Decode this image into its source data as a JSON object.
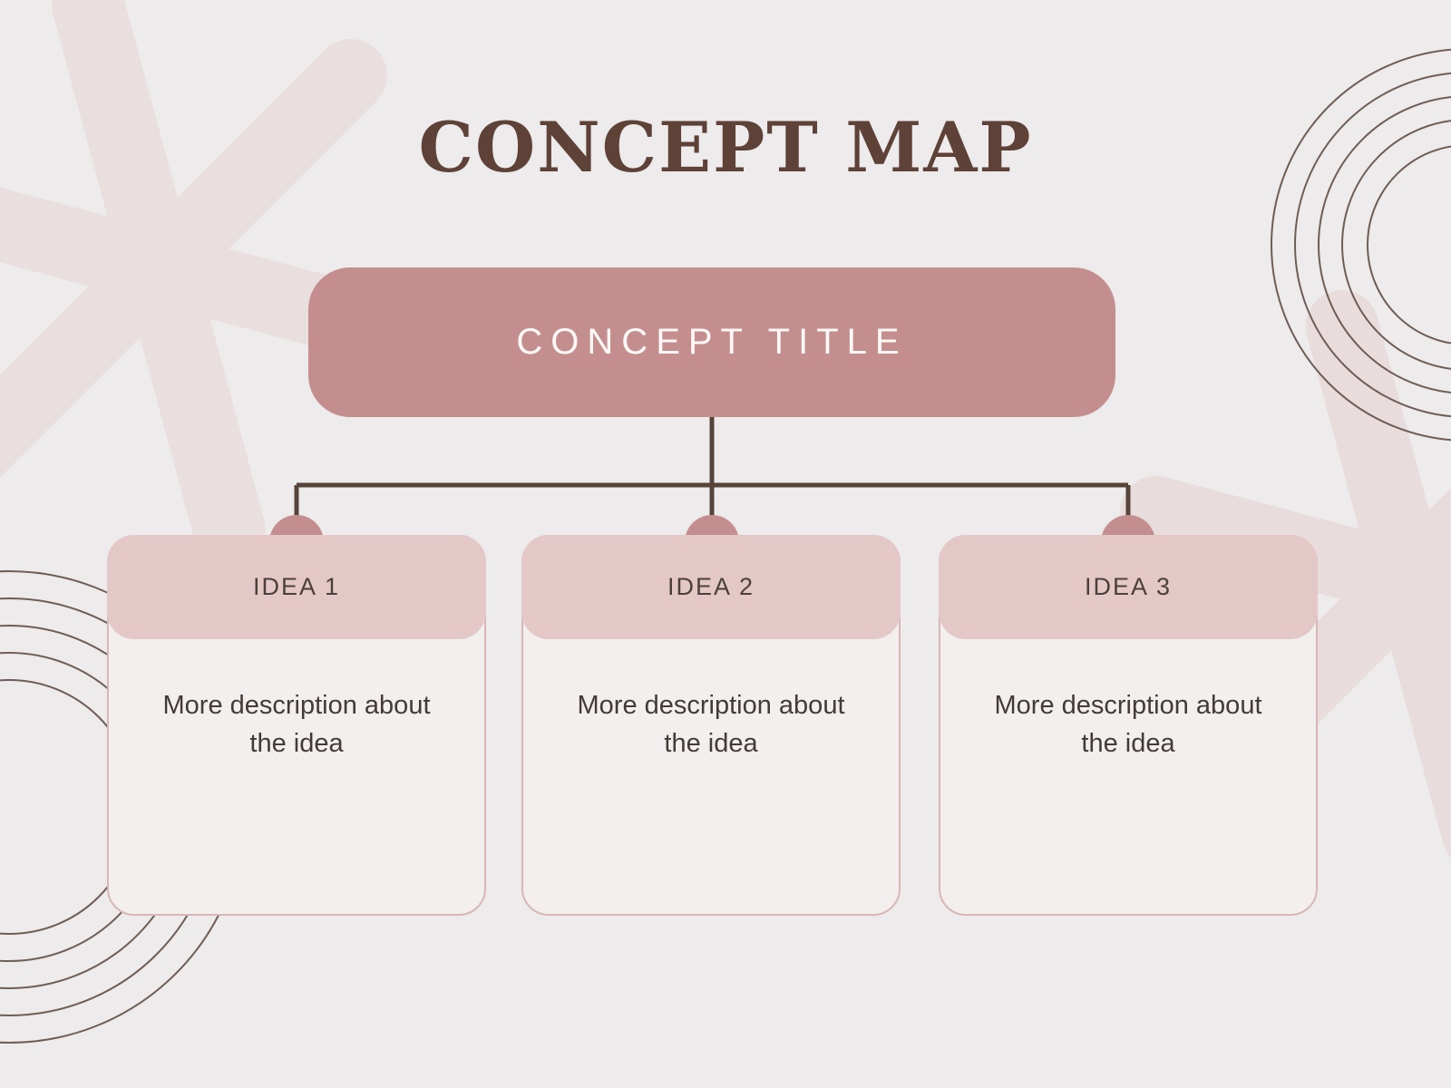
{
  "page": {
    "title": "CONCEPT MAP"
  },
  "concept": {
    "title": "CONCEPT TITLE"
  },
  "ideas": [
    {
      "label": "IDEA 1",
      "description": "More description about the idea"
    },
    {
      "label": "IDEA 2",
      "description": "More description about the idea"
    },
    {
      "label": "IDEA 3",
      "description": "More description about the idea"
    }
  ],
  "colors": {
    "background": "#edebeb",
    "accent": "#c48e8e",
    "card_header": "#e4c8c8",
    "card_body": "#f2efee",
    "card_border": "#d9b6b6",
    "connector_line": "#564339",
    "title_text": "#5e4137",
    "body_text": "#433b38",
    "decor_asterisk": "#eadfdf",
    "decor_rings": "#6f5d55"
  }
}
